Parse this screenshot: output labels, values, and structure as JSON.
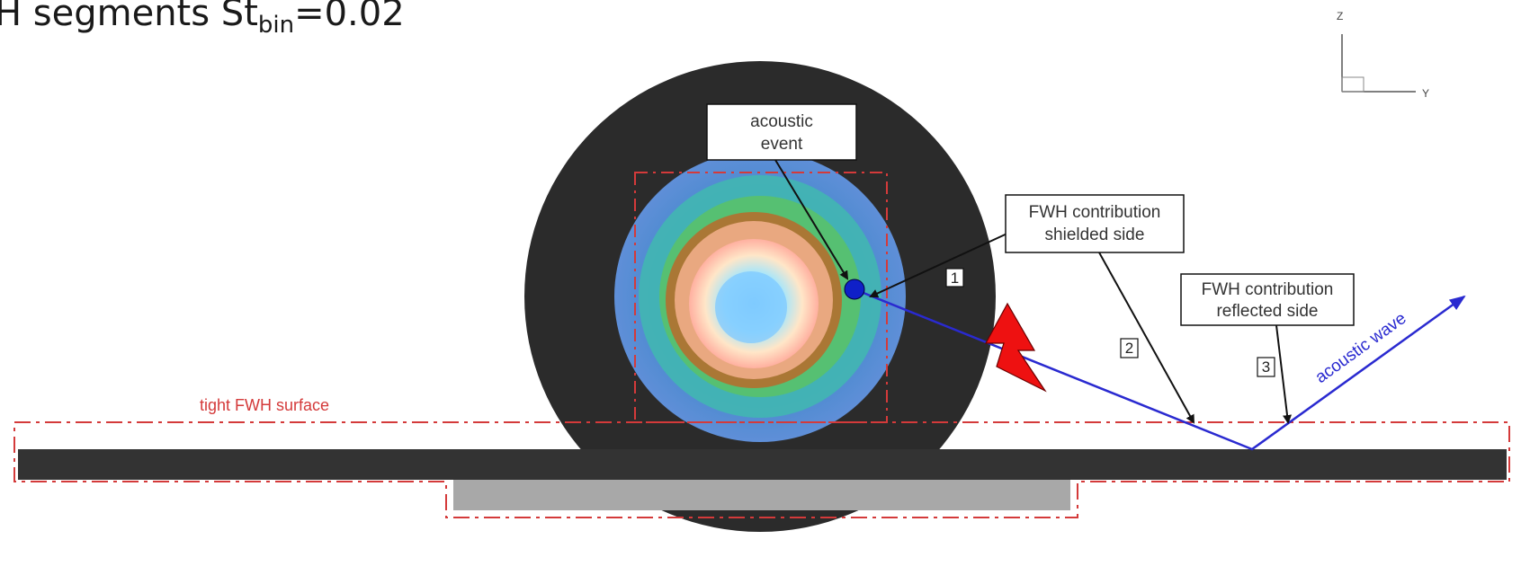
{
  "title": {
    "prefix": "H segments St",
    "subscript": "bin",
    "suffix": "=0.02"
  },
  "axes_indicator": {
    "vertical_label": "Z",
    "horizontal_label": "Y"
  },
  "callouts": {
    "acoustic_event": [
      "acoustic",
      "event"
    ],
    "shielded": [
      "FWH contribution",
      "shielded side"
    ],
    "reflected": [
      "FWH contribution",
      "reflected side"
    ]
  },
  "numbers": [
    "1",
    "2",
    "3"
  ],
  "labels": {
    "tight_surface": "tight FWH surface",
    "acoustic_wave": "acoustic wave"
  },
  "colors": {
    "disk": "#2b2b2b",
    "plate": "#333333",
    "substrate": "#a8a8a8",
    "fwh_dash": "#d43a3a",
    "ray": "#2a2ad0",
    "lightning": "#ee1111",
    "source": "#0f20c8"
  }
}
